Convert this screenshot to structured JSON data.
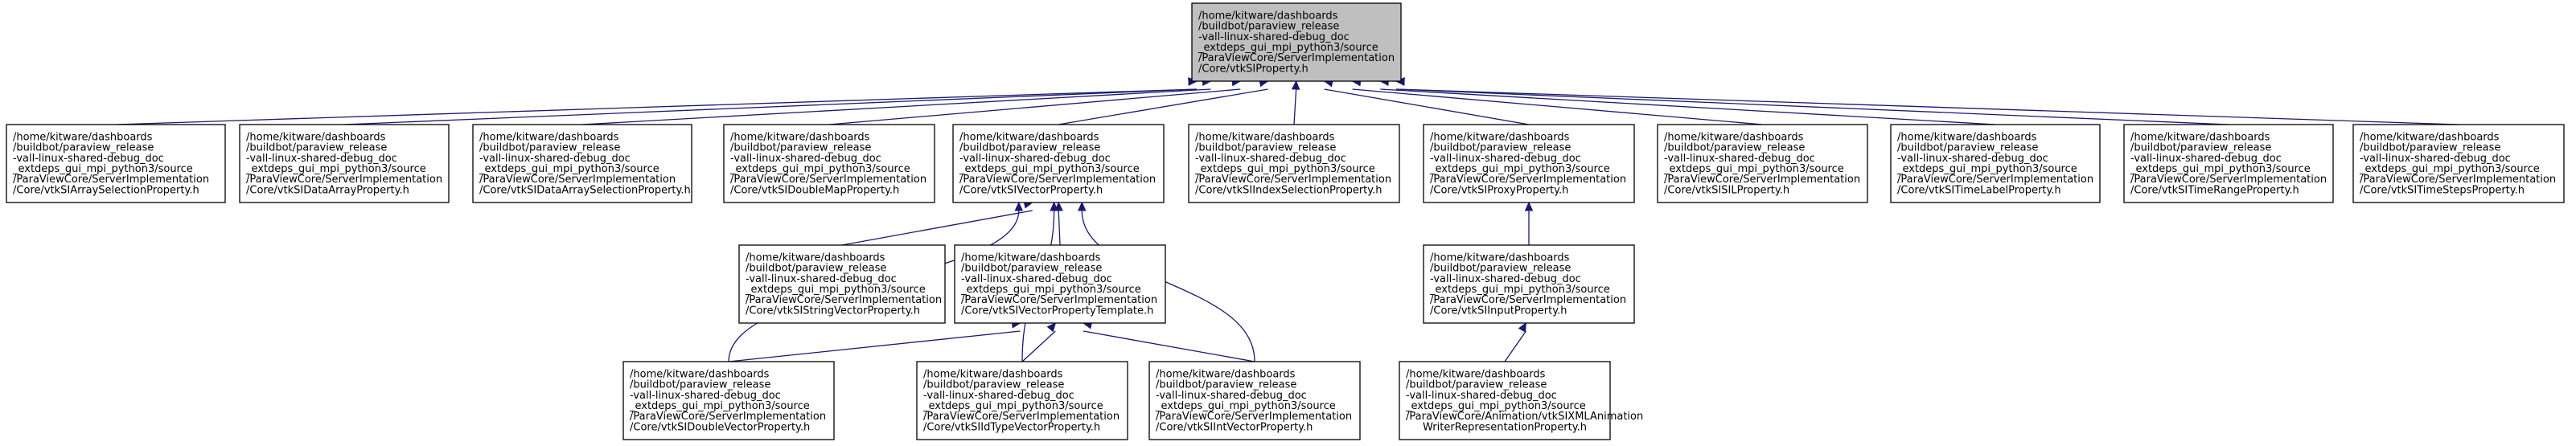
{
  "diagram": {
    "nodes": [
      {
        "id": "root",
        "lines": [
          "/home/kitware/dashboards",
          "/buildbot/paraview_release",
          "-vall-linux-shared-debug_doc",
          "_extdeps_gui_mpi_python3/source",
          "/ParaViewCore/ServerImplementation",
          "/Core/vtkSIProperty.h"
        ],
        "highlighted": true
      },
      {
        "id": "array_selection",
        "lines": [
          "/home/kitware/dashboards",
          "/buildbot/paraview_release",
          "-vall-linux-shared-debug_doc",
          "_extdeps_gui_mpi_python3/source",
          "/ParaViewCore/ServerImplementation",
          "/Core/vtkSIArraySelectionProperty.h"
        ]
      },
      {
        "id": "data_array",
        "lines": [
          "/home/kitware/dashboards",
          "/buildbot/paraview_release",
          "-vall-linux-shared-debug_doc",
          "_extdeps_gui_mpi_python3/source",
          "/ParaViewCore/ServerImplementation",
          "/Core/vtkSIDataArrayProperty.h"
        ]
      },
      {
        "id": "data_array_selection",
        "lines": [
          "/home/kitware/dashboards",
          "/buildbot/paraview_release",
          "-vall-linux-shared-debug_doc",
          "_extdeps_gui_mpi_python3/source",
          "/ParaViewCore/ServerImplementation",
          "/Core/vtkSIDataArraySelectionProperty.h"
        ]
      },
      {
        "id": "double_map",
        "lines": [
          "/home/kitware/dashboards",
          "/buildbot/paraview_release",
          "-vall-linux-shared-debug_doc",
          "_extdeps_gui_mpi_python3/source",
          "/ParaViewCore/ServerImplementation",
          "/Core/vtkSIDoubleMapProperty.h"
        ]
      },
      {
        "id": "vector",
        "lines": [
          "/home/kitware/dashboards",
          "/buildbot/paraview_release",
          "-vall-linux-shared-debug_doc",
          "_extdeps_gui_mpi_python3/source",
          "/ParaViewCore/ServerImplementation",
          "/Core/vtkSIVectorProperty.h"
        ]
      },
      {
        "id": "index_selection",
        "lines": [
          "/home/kitware/dashboards",
          "/buildbot/paraview_release",
          "-vall-linux-shared-debug_doc",
          "_extdeps_gui_mpi_python3/source",
          "/ParaViewCore/ServerImplementation",
          "/Core/vtkSIIndexSelectionProperty.h"
        ]
      },
      {
        "id": "proxy",
        "lines": [
          "/home/kitware/dashboards",
          "/buildbot/paraview_release",
          "-vall-linux-shared-debug_doc",
          "_extdeps_gui_mpi_python3/source",
          "/ParaViewCore/ServerImplementation",
          "/Core/vtkSIProxyProperty.h"
        ]
      },
      {
        "id": "sil",
        "lines": [
          "/home/kitware/dashboards",
          "/buildbot/paraview_release",
          "-vall-linux-shared-debug_doc",
          "_extdeps_gui_mpi_python3/source",
          "/ParaViewCore/ServerImplementation",
          "/Core/vtkSISILProperty.h"
        ]
      },
      {
        "id": "time_label",
        "lines": [
          "/home/kitware/dashboards",
          "/buildbot/paraview_release",
          "-vall-linux-shared-debug_doc",
          "_extdeps_gui_mpi_python3/source",
          "/ParaViewCore/ServerImplementation",
          "/Core/vtkSITimeLabelProperty.h"
        ]
      },
      {
        "id": "time_range",
        "lines": [
          "/home/kitware/dashboards",
          "/buildbot/paraview_release",
          "-vall-linux-shared-debug_doc",
          "_extdeps_gui_mpi_python3/source",
          "/ParaViewCore/ServerImplementation",
          "/Core/vtkSITimeRangeProperty.h"
        ]
      },
      {
        "id": "time_steps",
        "lines": [
          "/home/kitware/dashboards",
          "/buildbot/paraview_release",
          "-vall-linux-shared-debug_doc",
          "_extdeps_gui_mpi_python3/source",
          "/ParaViewCore/ServerImplementation",
          "/Core/vtkSITimeStepsProperty.h"
        ]
      },
      {
        "id": "string_vector",
        "lines": [
          "/home/kitware/dashboards",
          "/buildbot/paraview_release",
          "-vall-linux-shared-debug_doc",
          "_extdeps_gui_mpi_python3/source",
          "/ParaViewCore/ServerImplementation",
          "/Core/vtkSIStringVectorProperty.h"
        ]
      },
      {
        "id": "vector_template",
        "lines": [
          "/home/kitware/dashboards",
          "/buildbot/paraview_release",
          "-vall-linux-shared-debug_doc",
          "_extdeps_gui_mpi_python3/source",
          "/ParaViewCore/ServerImplementation",
          "/Core/vtkSIVectorPropertyTemplate.h"
        ]
      },
      {
        "id": "input",
        "lines": [
          "/home/kitware/dashboards",
          "/buildbot/paraview_release",
          "-vall-linux-shared-debug_doc",
          "_extdeps_gui_mpi_python3/source",
          "/ParaViewCore/ServerImplementation",
          "/Core/vtkSIInputProperty.h"
        ]
      },
      {
        "id": "double_vector",
        "lines": [
          "/home/kitware/dashboards",
          "/buildbot/paraview_release",
          "-vall-linux-shared-debug_doc",
          "_extdeps_gui_mpi_python3/source",
          "/ParaViewCore/ServerImplementation",
          "/Core/vtkSIDoubleVectorProperty.h"
        ]
      },
      {
        "id": "id_type_vector",
        "lines": [
          "/home/kitware/dashboards",
          "/buildbot/paraview_release",
          "-vall-linux-shared-debug_doc",
          "_extdeps_gui_mpi_python3/source",
          "/ParaViewCore/ServerImplementation",
          "/Core/vtkSIIdTypeVectorProperty.h"
        ]
      },
      {
        "id": "int_vector",
        "lines": [
          "/home/kitware/dashboards",
          "/buildbot/paraview_release",
          "-vall-linux-shared-debug_doc",
          "_extdeps_gui_mpi_python3/source",
          "/ParaViewCore/ServerImplementation",
          "/Core/vtkSIIntVectorProperty.h"
        ]
      },
      {
        "id": "xml_animation",
        "lines": [
          "/home/kitware/dashboards",
          "/buildbot/paraview_release",
          "-vall-linux-shared-debug_doc",
          "_extdeps_gui_mpi_python3/source",
          "/ParaViewCore/Animation/vtkSIXMLAnimation",
          "WriterRepresentationProperty.h"
        ]
      }
    ],
    "edges": [
      {
        "from": "array_selection",
        "to": "root"
      },
      {
        "from": "data_array",
        "to": "root"
      },
      {
        "from": "data_array_selection",
        "to": "root"
      },
      {
        "from": "double_map",
        "to": "root"
      },
      {
        "from": "vector",
        "to": "root"
      },
      {
        "from": "index_selection",
        "to": "root"
      },
      {
        "from": "proxy",
        "to": "root"
      },
      {
        "from": "sil",
        "to": "root"
      },
      {
        "from": "time_label",
        "to": "root"
      },
      {
        "from": "time_range",
        "to": "root"
      },
      {
        "from": "time_steps",
        "to": "root"
      },
      {
        "from": "string_vector",
        "to": "vector"
      },
      {
        "from": "vector_template",
        "to": "vector"
      },
      {
        "from": "double_vector",
        "to": "vector"
      },
      {
        "from": "id_type_vector",
        "to": "vector"
      },
      {
        "from": "int_vector",
        "to": "vector"
      },
      {
        "from": "double_vector",
        "to": "vector_template"
      },
      {
        "from": "id_type_vector",
        "to": "vector_template"
      },
      {
        "from": "int_vector",
        "to": "vector_template"
      },
      {
        "from": "input",
        "to": "proxy"
      },
      {
        "from": "xml_animation",
        "to": "input"
      }
    ],
    "colors": {
      "edge": "#191970",
      "highlight_fill": "#bfbfbf",
      "node_fill": "#ffffff",
      "border": "#000000"
    }
  }
}
